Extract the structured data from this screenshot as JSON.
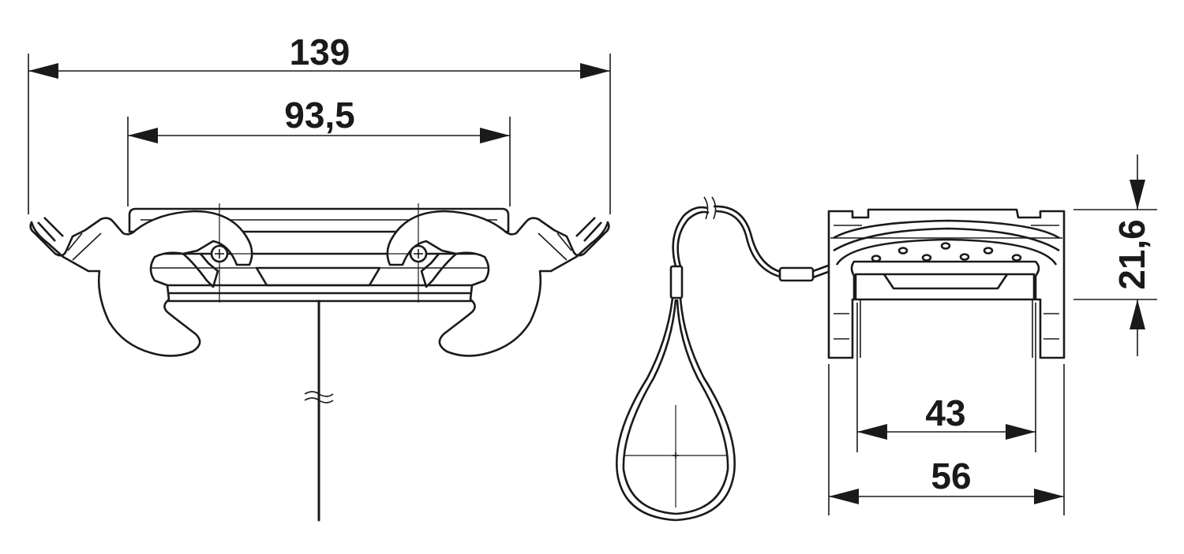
{
  "dimensions": {
    "overall_width": "139",
    "inner_width": "93,5",
    "height": "21,6",
    "inner_depth": "43",
    "outer_depth": "56"
  },
  "colors": {
    "line": "#1a1a1a",
    "background": "#ffffff"
  }
}
